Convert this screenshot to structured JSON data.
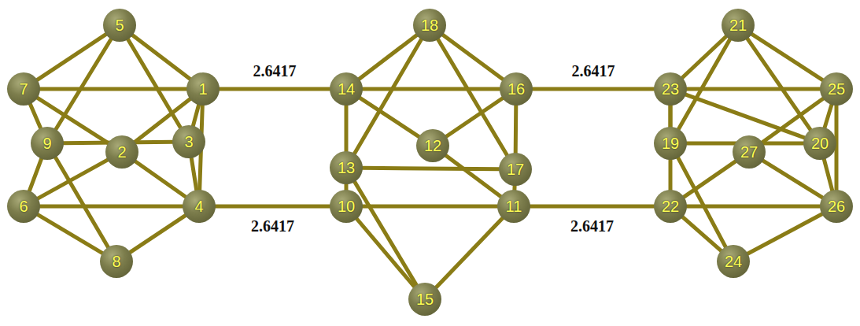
{
  "diagram": {
    "nodes": [
      {
        "text": [
          "1"
        ]
      },
      {
        "text": [
          "2"
        ]
      },
      {
        "text": [
          "3"
        ]
      },
      {
        "text": [
          "4"
        ]
      },
      {
        "text": [
          "5"
        ]
      },
      {
        "text": [
          "6"
        ]
      },
      {
        "text": [
          "7"
        ]
      },
      {
        "text": [
          "8"
        ]
      },
      {
        "text": [
          "9"
        ]
      },
      {
        "text": [
          "10"
        ]
      },
      {
        "text": [
          "11"
        ]
      },
      {
        "text": [
          "12"
        ]
      },
      {
        "text": [
          "13"
        ]
      },
      {
        "text": [
          "14"
        ]
      },
      {
        "text": [
          "15"
        ]
      },
      {
        "text": [
          "16"
        ]
      },
      {
        "text": [
          "17"
        ]
      },
      {
        "text": [
          "18"
        ]
      },
      {
        "text": [
          "19"
        ]
      },
      {
        "text": [
          "20"
        ]
      },
      {
        "text": [
          "21"
        ]
      },
      {
        "text": [
          "22"
        ]
      },
      {
        "text": [
          "23"
        ]
      },
      {
        "text": [
          "24"
        ]
      },
      {
        "text": [
          "25"
        ]
      },
      {
        "text": [
          "26"
        ]
      },
      {
        "text": [
          "27"
        ]
      }
    ],
    "edges": [
      {
        "from": 4,
        "to": 6,
        "arrow": "none"
      },
      {
        "from": 4,
        "to": 0,
        "arrow": "none"
      },
      {
        "from": 4,
        "to": 8,
        "arrow": "none"
      },
      {
        "from": 4,
        "to": 2,
        "arrow": "none"
      },
      {
        "from": 6,
        "to": 0,
        "arrow": "none"
      },
      {
        "from": 6,
        "to": 8,
        "arrow": "none"
      },
      {
        "from": 6,
        "to": 1,
        "arrow": "none"
      },
      {
        "from": 0,
        "to": 1,
        "arrow": "none"
      },
      {
        "from": 0,
        "to": 2,
        "arrow": "none"
      },
      {
        "from": 0,
        "to": 3,
        "arrow": "none"
      },
      {
        "from": 8,
        "to": 2,
        "arrow": "none"
      },
      {
        "from": 8,
        "to": 5,
        "arrow": "none"
      },
      {
        "from": 8,
        "to": 7,
        "arrow": "none"
      },
      {
        "from": 2,
        "to": 3,
        "arrow": "none"
      },
      {
        "from": 1,
        "to": 5,
        "arrow": "none"
      },
      {
        "from": 1,
        "to": 3,
        "arrow": "none"
      },
      {
        "from": 5,
        "to": 3,
        "arrow": "none"
      },
      {
        "from": 5,
        "to": 7,
        "arrow": "none"
      },
      {
        "from": 7,
        "to": 3,
        "arrow": "none"
      },
      {
        "from": 0,
        "to": 13,
        "label": "2.6417",
        "arrow": "none"
      },
      {
        "from": 3,
        "to": 9,
        "label": "2.6417",
        "arrow": "none"
      },
      {
        "from": 17,
        "to": 13,
        "arrow": "none"
      },
      {
        "from": 17,
        "to": 15,
        "arrow": "none"
      },
      {
        "from": 17,
        "to": 12,
        "arrow": "none"
      },
      {
        "from": 17,
        "to": 16,
        "arrow": "none"
      },
      {
        "from": 13,
        "to": 15,
        "arrow": "none"
      },
      {
        "from": 13,
        "to": 12,
        "arrow": "none"
      },
      {
        "from": 13,
        "to": 11,
        "arrow": "none"
      },
      {
        "from": 15,
        "to": 11,
        "arrow": "none"
      },
      {
        "from": 15,
        "to": 16,
        "arrow": "none"
      },
      {
        "from": 12,
        "to": 16,
        "arrow": "none"
      },
      {
        "from": 12,
        "to": 9,
        "arrow": "none"
      },
      {
        "from": 12,
        "to": 14,
        "arrow": "none"
      },
      {
        "from": 11,
        "to": 10,
        "arrow": "none"
      },
      {
        "from": 16,
        "to": 10,
        "arrow": "none"
      },
      {
        "from": 9,
        "to": 10,
        "arrow": "none"
      },
      {
        "from": 9,
        "to": 14,
        "arrow": "none"
      },
      {
        "from": 10,
        "to": 14,
        "arrow": "none"
      },
      {
        "from": 15,
        "to": 22,
        "label": "2.6417",
        "arrow": "none"
      },
      {
        "from": 10,
        "to": 21,
        "label": "2.6417",
        "arrow": "none"
      },
      {
        "from": 20,
        "to": 22,
        "arrow": "none"
      },
      {
        "from": 20,
        "to": 24,
        "arrow": "none"
      },
      {
        "from": 20,
        "to": 19,
        "arrow": "none"
      },
      {
        "from": 20,
        "to": 18,
        "arrow": "none"
      },
      {
        "from": 22,
        "to": 24,
        "arrow": "none"
      },
      {
        "from": 22,
        "to": 18,
        "arrow": "none"
      },
      {
        "from": 22,
        "to": 21,
        "arrow": "none"
      },
      {
        "from": 22,
        "to": 19,
        "arrow": "none"
      },
      {
        "from": 24,
        "to": 19,
        "arrow": "none"
      },
      {
        "from": 24,
        "to": 26,
        "arrow": "none"
      },
      {
        "from": 24,
        "to": 25,
        "arrow": "none"
      },
      {
        "from": 18,
        "to": 19,
        "arrow": "none"
      },
      {
        "from": 18,
        "to": 23,
        "arrow": "none"
      },
      {
        "from": 26,
        "to": 21,
        "arrow": "none"
      },
      {
        "from": 26,
        "to": 25,
        "arrow": "none"
      },
      {
        "from": 21,
        "to": 23,
        "arrow": "none"
      },
      {
        "from": 21,
        "to": 25,
        "arrow": "none"
      },
      {
        "from": 23,
        "to": 25,
        "arrow": "none"
      },
      {
        "from": 19,
        "to": 25,
        "arrow": "none"
      }
    ]
  }
}
